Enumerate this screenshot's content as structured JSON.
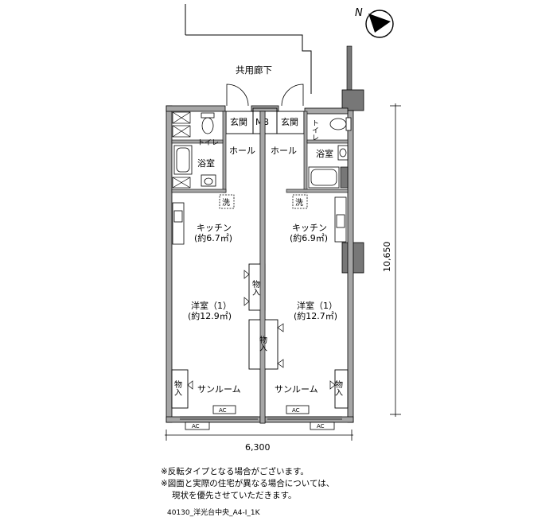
{
  "compass": {
    "label": "N",
    "icon": "north-arrow-icon"
  },
  "corridor": {
    "label": "共用廊下"
  },
  "unit_left": {
    "entrance": "玄関",
    "hall": "ホール",
    "toilet": "トイレ",
    "bath": "浴室",
    "laundry": "洗",
    "kitchen": {
      "name": "キッチン",
      "area": "(約6.7㎡)"
    },
    "storage": "物入",
    "western_room": {
      "name": "洋室（1）",
      "area": "(約12.9㎡)"
    },
    "sunroom": "サンルーム",
    "ac_labels": [
      "AC",
      "AC"
    ]
  },
  "unit_right": {
    "entrance": "玄関",
    "hall": "ホール",
    "toilet": "トイレ",
    "bath": "浴室",
    "laundry": "洗",
    "kitchen": {
      "name": "キッチン",
      "area": "(約6.9㎡)"
    },
    "storage": "物入",
    "western_room": {
      "name": "洋室（1）",
      "area": "(約12.7㎡)"
    },
    "sunroom": "サンルーム",
    "ac_labels": [
      "AC",
      "AC"
    ]
  },
  "shared": {
    "mb": "MB",
    "center_storage": [
      "物入",
      "物入"
    ]
  },
  "dimensions": {
    "width": "6,300",
    "depth": "10,650"
  },
  "notes": [
    "※反転タイプとなる場合がございます。",
    "※図面と実際の住宅が異なる場合については、",
    "現状を優先させていただきます。"
  ],
  "file_code": "40130_洋光台中央_A4-I_1K"
}
